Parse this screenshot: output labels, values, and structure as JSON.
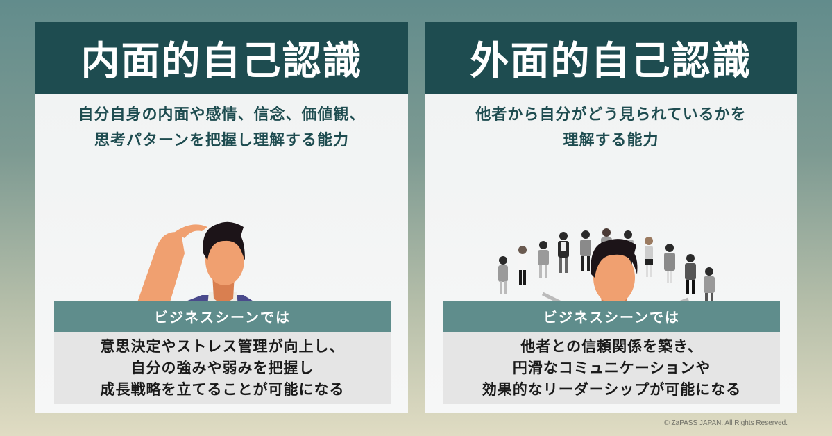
{
  "cards": [
    {
      "title": "内面的自己認識",
      "definition_lines": [
        "自分自身の内面や感情、信念、価値観、",
        "思考パターンを把握し理解する能力"
      ],
      "illustration": "person-scratching-head-icon",
      "business_label": "ビジネスシーンでは",
      "business_lines": [
        "意思決定やストレス管理が向上し、",
        "自分の強みや弱みを把握し",
        "成長戦略を立てることが可能になる"
      ]
    },
    {
      "title": "外面的自己認識",
      "definition_lines": [
        "他者から自分がどう見られているかを",
        "理解する能力"
      ],
      "illustration": "person-observed-by-crowd-icon",
      "business_label": "ビジネスシーンでは",
      "business_lines": [
        "他者との信頼関係を築き、",
        "円滑なコミュニケーションや",
        "効果的なリーダーシップが可能になる"
      ]
    }
  ],
  "colors": {
    "header_bg": "#1e4c50",
    "label_bg": "#5f8d8c",
    "text_box_bg": "#e5e5e5",
    "skin": "#f0a070",
    "jacket": "#4a4a8c",
    "hair": "#1c1418"
  },
  "footer": {
    "copyright": "© ZaPASS JAPAN. All Rights Reserved."
  }
}
